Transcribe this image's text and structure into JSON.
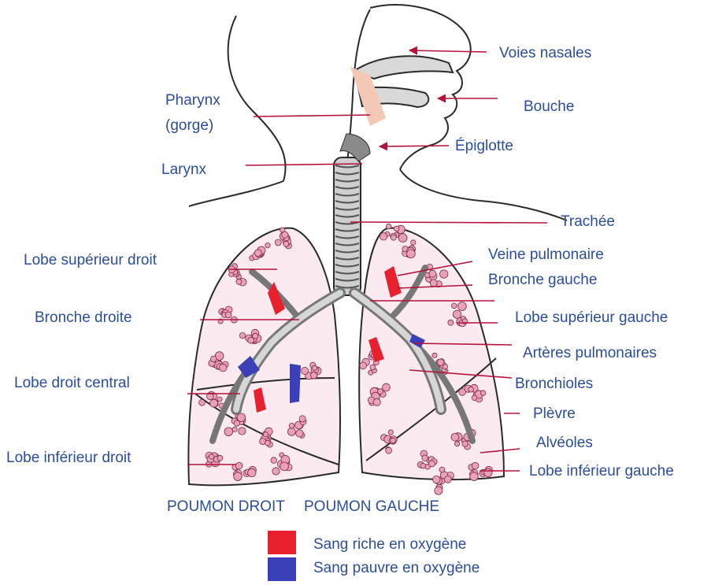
{
  "labels": {
    "nasal": "Voies nasales",
    "mouth": "Bouche",
    "pharynx_1": "Pharynx",
    "pharynx_2": "(gorge)",
    "epiglottis": "Épiglotte",
    "larynx": "Larynx",
    "trachea": "Trachée",
    "right_upper_lobe": "Lobe supérieur droit",
    "pulmonary_vein": "Veine pulmonaire",
    "left_bronchus": "Bronche gauche",
    "right_bronchus": "Bronche droite",
    "left_upper_lobe": "Lobe supérieur gauche",
    "pulmonary_arteries": "Artères pulmonaires",
    "right_middle_lobe": "Lobe droit central",
    "bronchioles": "Bronchioles",
    "pleura": "Plèvre",
    "alveoli": "Alvéoles",
    "right_lower_lobe": "Lobe inférieur droit",
    "left_lower_lobe": "Lobe inférieur gauche"
  },
  "captions": {
    "right_lung": "POUMON DROIT",
    "left_lung": "POUMON  GAUCHE"
  },
  "legend": [
    {
      "label": "Sang riche en oxygène",
      "color": "#e8202e"
    },
    {
      "label": "Sang pauvre en oxygène",
      "color": "#3b3fb8"
    }
  ],
  "colors": {
    "label_text": "#2b4d9b",
    "pointer": "#b5123a",
    "outline": "#2a2a2a",
    "alveoli": "#e9a0b8",
    "airway": "#f3c9b6"
  }
}
